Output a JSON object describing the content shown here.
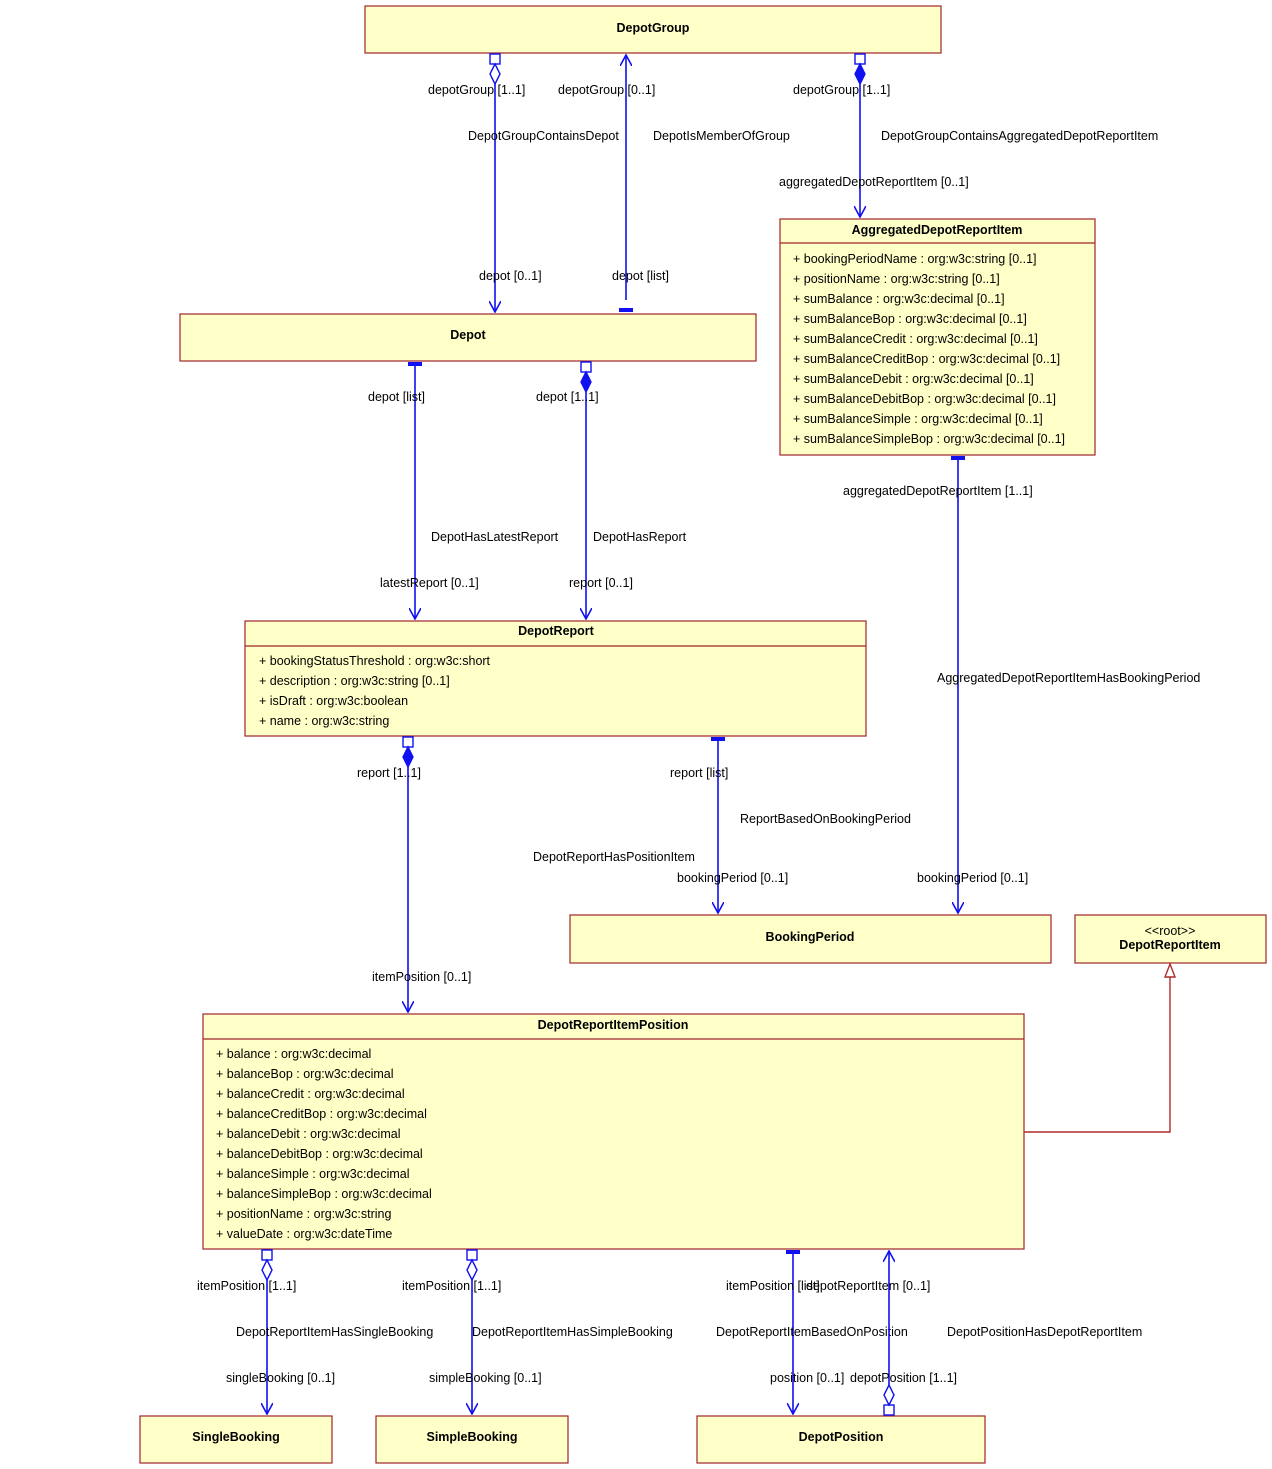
{
  "classes": {
    "depot_group": {
      "name": "DepotGroup"
    },
    "depot": {
      "name": "Depot"
    },
    "aggregated_item": {
      "name": "AggregatedDepotReportItem",
      "attributes": [
        "+ bookingPeriodName : org:w3c:string [0..1]",
        "+ positionName : org:w3c:string [0..1]",
        "+ sumBalance : org:w3c:decimal [0..1]",
        "+ sumBalanceBop : org:w3c:decimal [0..1]",
        "+ sumBalanceCredit : org:w3c:decimal [0..1]",
        "+ sumBalanceCreditBop : org:w3c:decimal [0..1]",
        "+ sumBalanceDebit : org:w3c:decimal [0..1]",
        "+ sumBalanceDebitBop : org:w3c:decimal [0..1]",
        "+ sumBalanceSimple : org:w3c:decimal [0..1]",
        "+ sumBalanceSimpleBop : org:w3c:decimal [0..1]"
      ]
    },
    "depot_report": {
      "name": "DepotReport",
      "attributes": [
        "+ bookingStatusThreshold : org:w3c:short",
        "+ description : org:w3c:string [0..1]",
        "+ isDraft : org:w3c:boolean",
        "+ name : org:w3c:string"
      ]
    },
    "booking_period": {
      "name": "BookingPeriod"
    },
    "depot_report_item": {
      "stereotype": "<<root>>",
      "name": "DepotReportItem"
    },
    "item_position": {
      "name": "DepotReportItemPosition",
      "attributes": [
        "+ balance : org:w3c:decimal",
        "+ balanceBop : org:w3c:decimal",
        "+ balanceCredit : org:w3c:decimal",
        "+ balanceCreditBop : org:w3c:decimal",
        "+ balanceDebit : org:w3c:decimal",
        "+ balanceDebitBop : org:w3c:decimal",
        "+ balanceSimple : org:w3c:decimal",
        "+ balanceSimpleBop : org:w3c:decimal",
        "+ positionName : org:w3c:string",
        "+ valueDate : org:w3c:dateTime"
      ]
    },
    "single_booking": {
      "name": "SingleBooking"
    },
    "simple_booking": {
      "name": "SimpleBooking"
    },
    "depot_position": {
      "name": "DepotPosition"
    }
  },
  "associations": {
    "group_contains_depot": {
      "name": "DepotGroupContainsDepot",
      "source_role": "depotGroup [1..1]",
      "target_role": "depot [0..1]"
    },
    "depot_member_of_group": {
      "name": "DepotIsMemberOfGroup",
      "source_role": "depotGroup [0..1]",
      "target_role": "depot [list]"
    },
    "group_contains_aggregated": {
      "name": "DepotGroupContainsAggregatedDepotReportItem",
      "source_role": "depotGroup [1..1]",
      "target_role": "aggregatedDepotReportItem [0..1]"
    },
    "depot_latest_report": {
      "name": "DepotHasLatestReport",
      "source_role": "depot [list]",
      "target_role": "latestReport [0..1]"
    },
    "depot_has_report": {
      "name": "DepotHasReport",
      "source_role": "depot [1..1]",
      "target_role": "report [0..1]"
    },
    "aggregated_booking_period": {
      "name": "AggregatedDepotReportItemHasBookingPeriod",
      "source_role": "aggregatedDepotReportItem [1..1]",
      "target_role": "bookingPeriod [0..1]"
    },
    "report_has_position_item": {
      "name": "DepotReportHasPositionItem",
      "source_role": "report [1..1]",
      "target_role": "itemPosition [0..1]"
    },
    "report_booking_period": {
      "name": "ReportBasedOnBookingPeriod",
      "source_role": "report [list]",
      "target_role": "bookingPeriod [0..1]"
    },
    "item_single_booking": {
      "name": "DepotReportItemHasSingleBooking",
      "source_role": "itemPosition [1..1]",
      "target_role": "singleBooking [0..1]"
    },
    "item_simple_booking": {
      "name": "DepotReportItemHasSimpleBooking",
      "source_role": "itemPosition [1..1]",
      "target_role": "simpleBooking [0..1]"
    },
    "item_based_on_position": {
      "name": "DepotReportItemBasedOnPosition",
      "source_role": "itemPosition [list]",
      "target_role": "position [0..1]"
    },
    "position_has_item": {
      "name": "DepotPositionHasDepotReportItem",
      "source_role": "depotPosition [1..1]",
      "target_role": "depotReportItem [0..1]"
    }
  }
}
